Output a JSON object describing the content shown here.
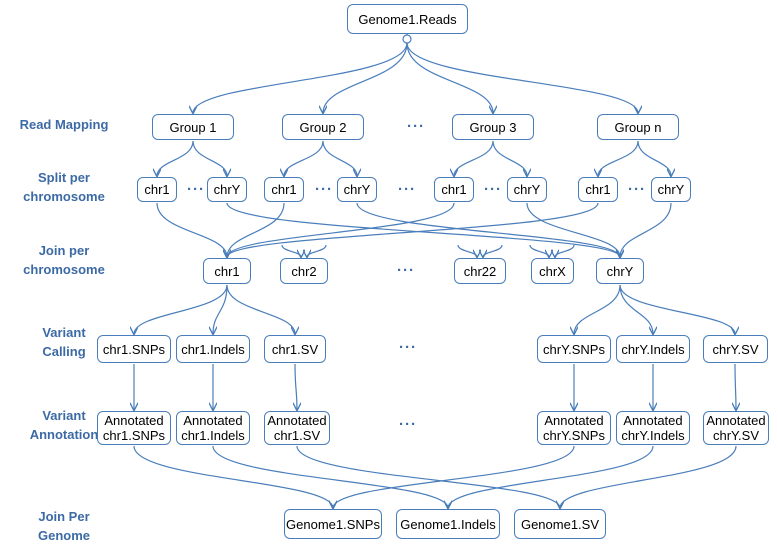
{
  "stages": {
    "read_mapping": "Read Mapping",
    "split": "Split per\nchromosome",
    "join_chr": "Join per\nchromosome",
    "variant_calling": "Variant\nCalling",
    "variant_annotation": "Variant\nAnnotation",
    "join_genome": "Join Per\nGenome"
  },
  "nodes": {
    "source": "Genome1.Reads",
    "groups": [
      "Group 1",
      "Group 2",
      "Group 3",
      "Group n"
    ],
    "split_first": "chr1",
    "split_last": "chrY",
    "join": [
      "chr1",
      "chr2",
      "chr22",
      "chrX",
      "chrY"
    ],
    "calls": [
      "chr1.SNPs",
      "chr1.Indels",
      "chr1.SV",
      "chrY.SNPs",
      "chrY.Indels",
      "chrY.SV"
    ],
    "annotated": [
      "Annotated\nchr1.SNPs",
      "Annotated\nchr1.Indels",
      "Annotated\nchr1.SV",
      "Annotated\nchrY.SNPs",
      "Annotated\nchrY.Indels",
      "Annotated\nchrY.SV"
    ],
    "genome": [
      "Genome1.SNPs",
      "Genome1.Indels",
      "Genome1.SV"
    ]
  },
  "ellipsis": "···",
  "colors": {
    "stroke": "#4a7ebb",
    "stage_text": "#3c6aa5"
  }
}
